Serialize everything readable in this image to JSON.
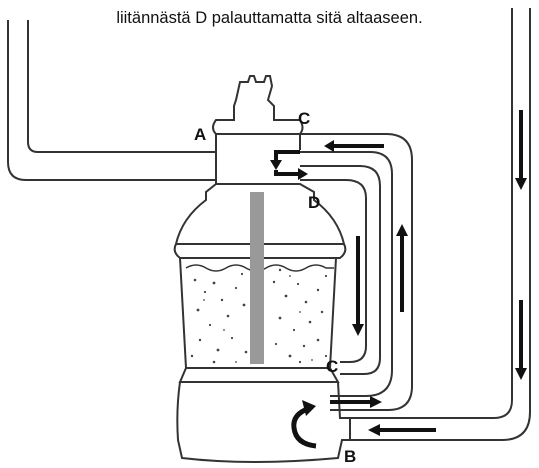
{
  "caption": {
    "line_partial": "",
    "line_full": "liitännästä D palauttamatta sitä altaaseen."
  },
  "labels": {
    "A": "A",
    "B": "B",
    "C_top": "C",
    "C_bottom": "C",
    "D": "D"
  },
  "colors": {
    "outline": "#333333",
    "arrow": "#111111",
    "pipe_inner": "#999999",
    "media_dots": "#444444",
    "background": "#ffffff"
  },
  "icons": {
    "flow_arrow": "arrow-icon",
    "swirl": "swirl-arrow-icon"
  }
}
